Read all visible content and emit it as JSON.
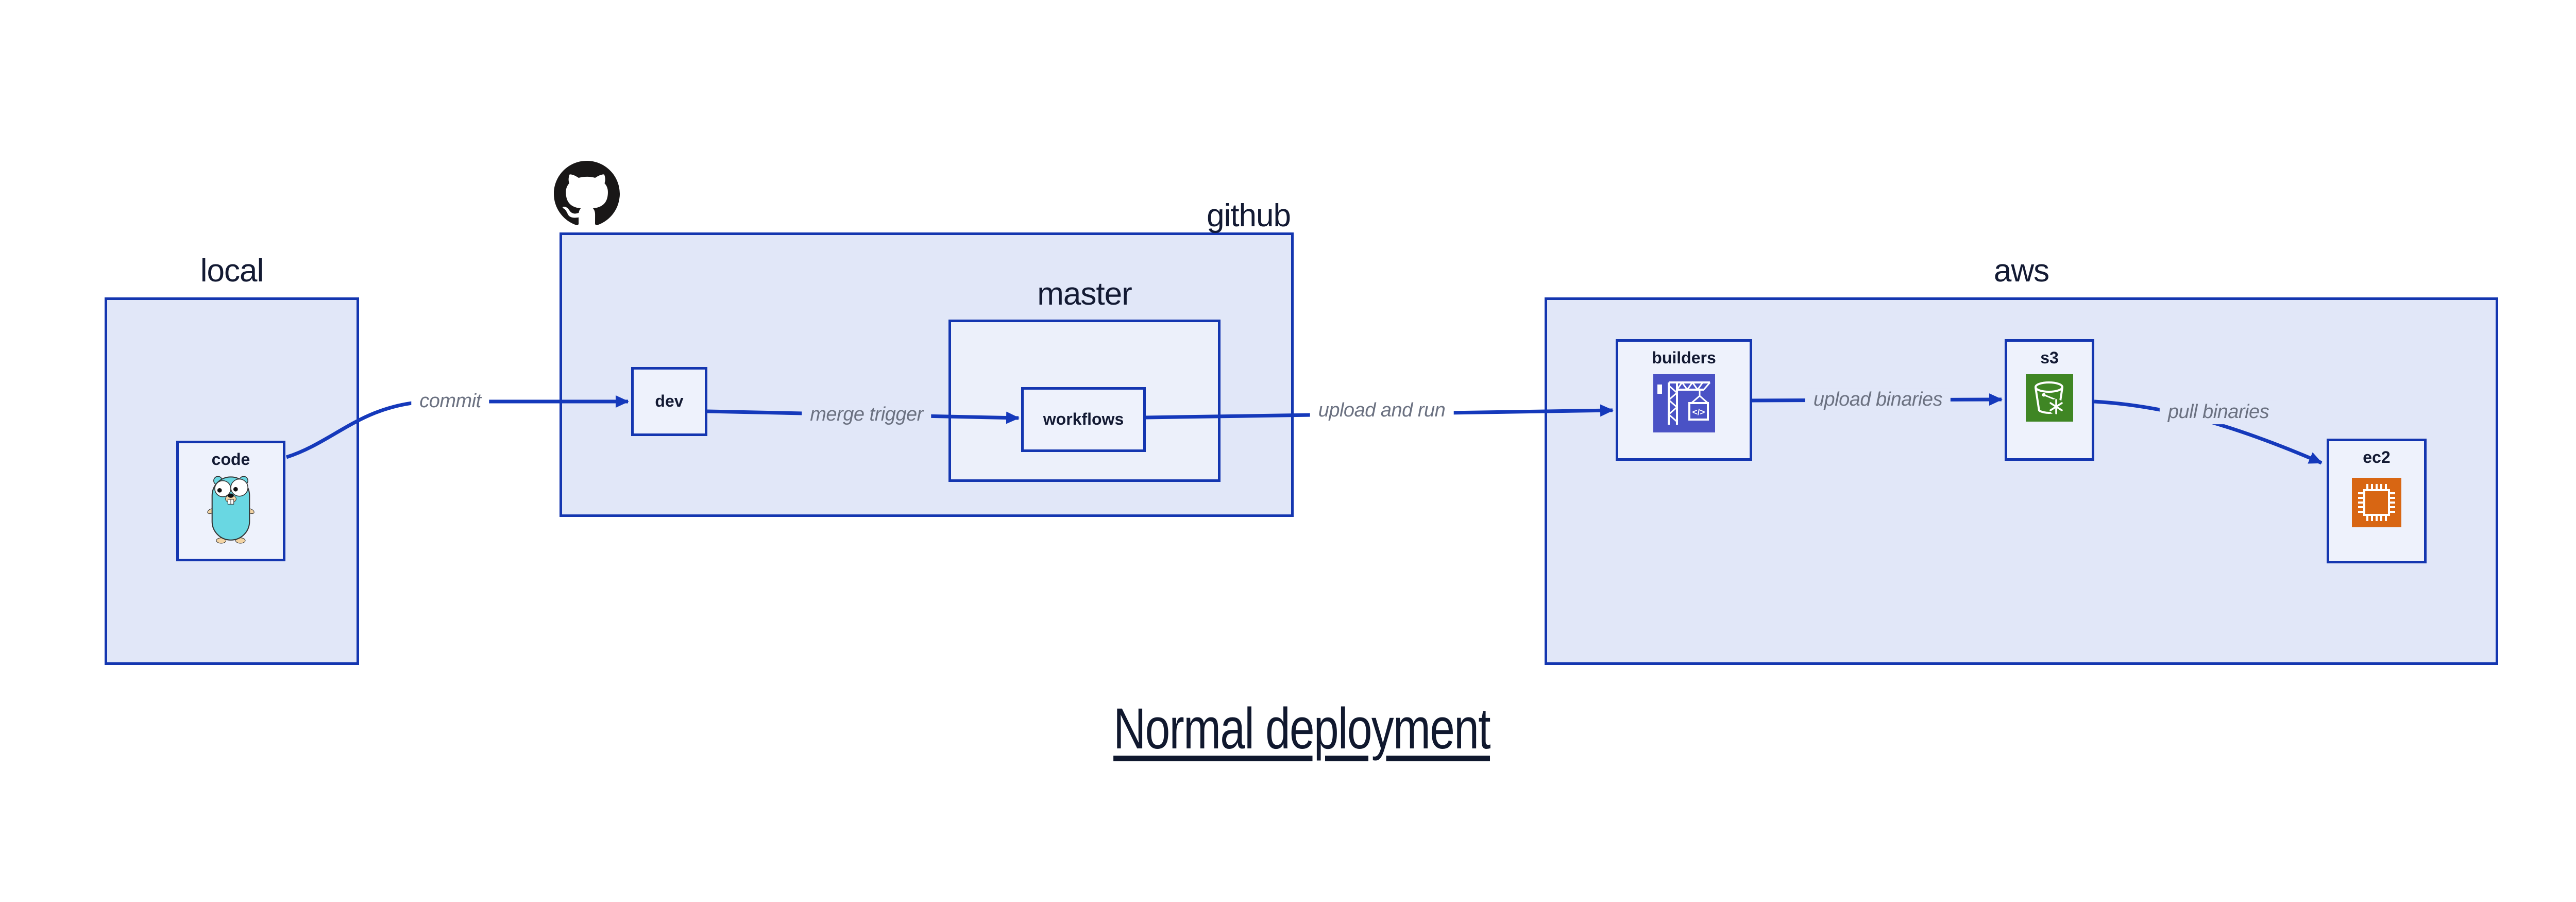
{
  "diagram": {
    "title": "Normal deployment"
  },
  "colors": {
    "background": "#ffffff",
    "box_border": "#1436b0",
    "arrow": "#1539bb",
    "outer_box_fill": "#e1e7f8",
    "master_box_fill": "#ecf0fa",
    "leaf_box_fill": "#eef2fc",
    "label_text": "#131a33",
    "edge_label_text": "#6b7181",
    "codebuild_icon_bg": "#4a52c5",
    "s3_icon_bg": "#3f8624",
    "ec2_icon_bg": "#d86613",
    "gopher_body": "#69d7e2",
    "octocat_color": "#191717"
  },
  "groups": {
    "local": {
      "label": "local"
    },
    "github": {
      "label": "github"
    },
    "master": {
      "label": "master"
    },
    "aws": {
      "label": "aws"
    }
  },
  "nodes": {
    "code": {
      "label": "code",
      "icon": "go-gopher-icon"
    },
    "dev": {
      "label": "dev"
    },
    "workflows": {
      "label": "workflows"
    },
    "builders": {
      "label": "builders",
      "icon": "codebuild-crane-icon",
      "icon_glyph": "</>"
    },
    "s3": {
      "label": "s3",
      "icon": "s3-glacier-bucket-icon"
    },
    "ec2": {
      "label": "ec2",
      "icon": "ec2-chip-icon"
    }
  },
  "edges": {
    "commit": {
      "label": "commit",
      "from": "code",
      "to": "dev"
    },
    "merge_trigger": {
      "label": "merge trigger",
      "from": "dev",
      "to": "workflows"
    },
    "upload_and_run": {
      "label": "upload and run",
      "from": "workflows",
      "to": "builders"
    },
    "upload_binaries": {
      "label": "upload binaries",
      "from": "builders",
      "to": "s3"
    },
    "pull_binaries": {
      "label": "pull binaries",
      "from": "s3",
      "to": "ec2"
    }
  }
}
